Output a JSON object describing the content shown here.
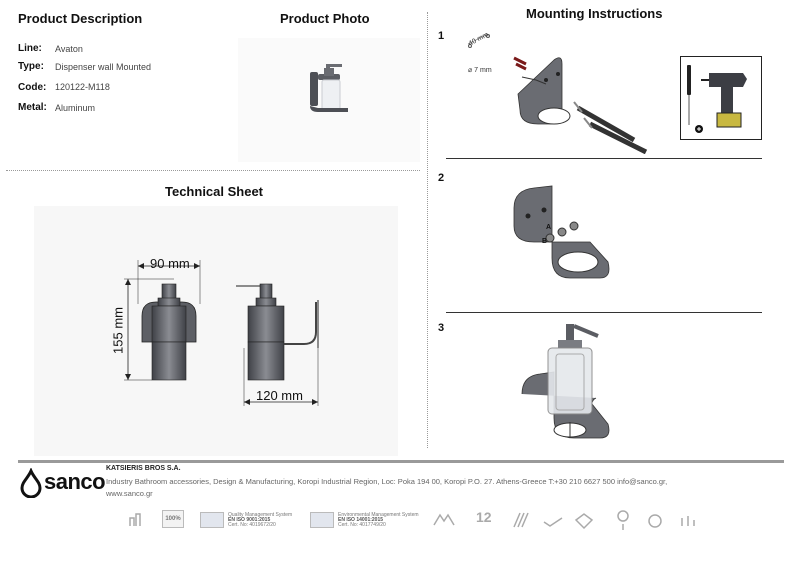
{
  "product_description": {
    "title": "Product Description",
    "fields": [
      {
        "label": "Line:",
        "value": "Avaton"
      },
      {
        "label": "Type:",
        "value": "Dispenser wall Mounted"
      },
      {
        "label": "Code:",
        "value": "120122-M118"
      },
      {
        "label": "Metal:",
        "value": "Aluminum"
      }
    ]
  },
  "product_photo": {
    "title": "Product Photo"
  },
  "technical_sheet": {
    "title": "Technical Sheet",
    "dims": {
      "width": "90 mm",
      "height": "155 mm",
      "depth": "120 mm"
    }
  },
  "mounting": {
    "title": "Mounting Instructions",
    "steps": [
      "1",
      "2",
      "3"
    ],
    "step1": {
      "spacing": "40 mm",
      "drill": "⌀ 7 mm"
    },
    "step2": {
      "label_a": "A",
      "label_b": "B"
    }
  },
  "footer": {
    "logo": "sanco",
    "company": "KATSIERIS BROS S.A.",
    "address": "Industry Bathroom accessories, Design & Manufacturing, Koropi Industrial Region, Loc: Poka 194 00, Koropi P.O. 27. Athens-Greece   T:+30 210 6627 500 info@sanco.gr,",
    "web": "www.sanco.gr",
    "certs": [
      {
        "title": "Quality Management System",
        "standard": "EN ISO 9001:2015",
        "cert": "Cert. No: 4019672/20"
      },
      {
        "title": "Environmental Management System",
        "standard": "EN ISO 14001:2015",
        "cert": "Cert. No: 4017749/20"
      }
    ],
    "badge_text": "100%",
    "years": "12"
  },
  "colors": {
    "metal": "#5b5d63",
    "glass": "#e9ecef",
    "rule": "#9a9a9a"
  }
}
